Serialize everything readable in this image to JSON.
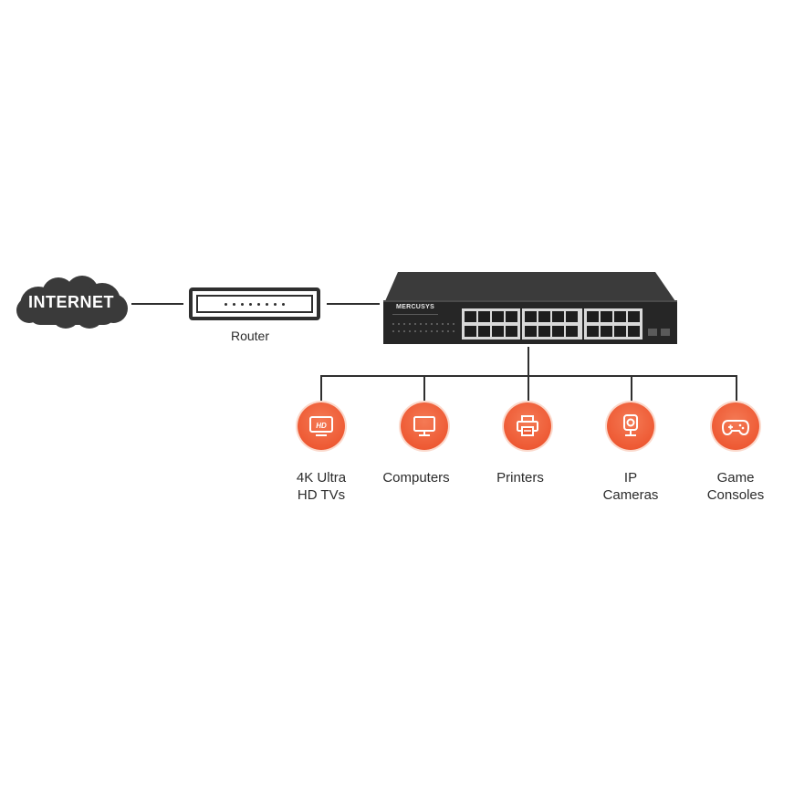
{
  "internet": {
    "label": "INTERNET"
  },
  "router": {
    "label": "Router"
  },
  "switch": {
    "brand": "MERCUSYS"
  },
  "devices": [
    {
      "line1": "4K Ultra",
      "line2": "HD TVs",
      "icon": "hd-tv-icon",
      "badge": "HD"
    },
    {
      "line1": "Computers",
      "line2": "",
      "icon": "monitor-icon"
    },
    {
      "line1": "Printers",
      "line2": "",
      "icon": "printer-icon"
    },
    {
      "line1": "IP",
      "line2": "Cameras",
      "icon": "ip-camera-icon"
    },
    {
      "line1": "Game",
      "line2": "Consoles",
      "icon": "gamepad-icon"
    }
  ],
  "colors": {
    "accent": "#ee5a34",
    "line": "#2f2f2f",
    "switch_body": "#2c2c2c"
  }
}
